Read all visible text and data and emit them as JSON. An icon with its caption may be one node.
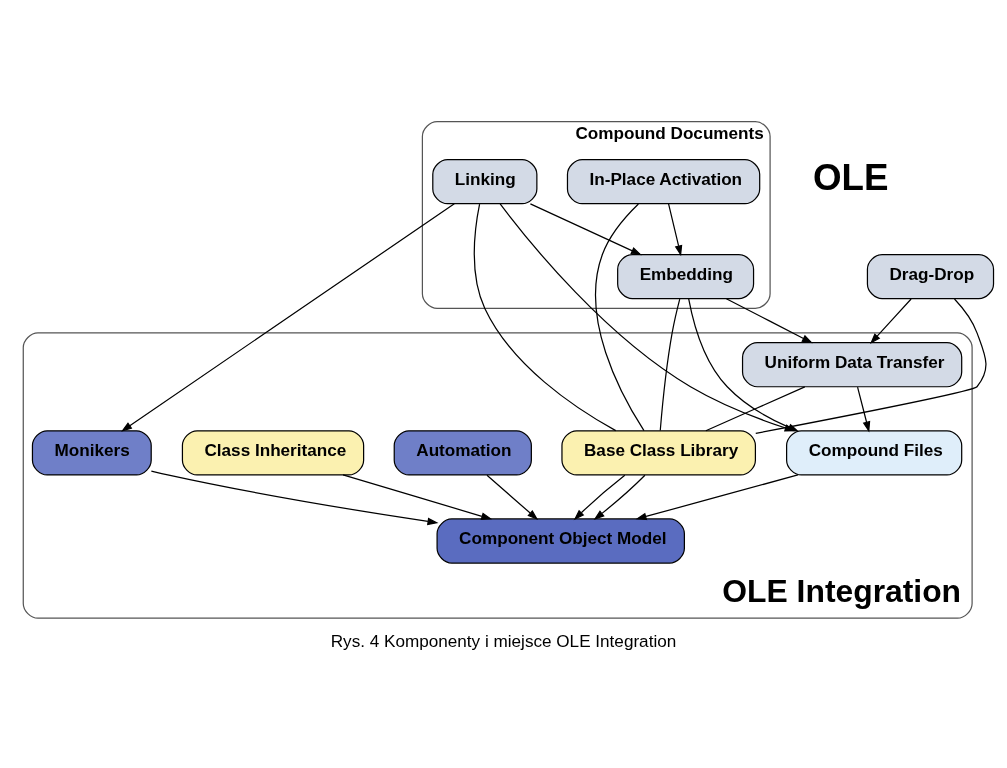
{
  "diagram": {
    "caption": "Rys. 4 Komponenty i miejsce OLE Integration",
    "nodes": [
      {
        "text": [
          "Compound Documents"
        ]
      },
      {
        "text": [
          "In-Place Activation"
        ],
        "in": 0
      },
      {
        "text": [
          "Linking"
        ],
        "in": 0
      },
      {
        "text": [
          "Embedding"
        ],
        "in": 0
      },
      {
        "text": [
          "Drag-Drop"
        ]
      },
      {
        "text": [
          "OLE Integration"
        ]
      },
      {
        "text": [
          "Uniform Data Transfer"
        ],
        "in": 5
      },
      {
        "text": [
          "Automation"
        ],
        "in": 5
      },
      {
        "text": [
          "Base Class Library"
        ],
        "in": 5
      },
      {
        "text": [
          "Class Inheritance"
        ],
        "in": 5
      },
      {
        "text": [
          "Compound Files"
        ],
        "in": 5
      },
      {
        "text": [
          "Monikers"
        ],
        "in": 5
      },
      {
        "text": [
          "Component Object Model"
        ],
        "in": 5
      }
    ],
    "edges": [
      {
        "from": 1,
        "to": 3,
        "arrow": "to"
      },
      {
        "from": 2,
        "to": 3,
        "arrow": "to"
      },
      {
        "from": 3,
        "to": 6,
        "arrow": "to"
      },
      {
        "from": 4,
        "to": 6,
        "arrow": "to"
      },
      {
        "from": 3,
        "to": 10,
        "arrow": "to"
      },
      {
        "from": 2,
        "to": 10,
        "arrow": "to"
      },
      {
        "from": 2,
        "to": 11,
        "arrow": "to"
      },
      {
        "from": 6,
        "to": 10,
        "arrow": "to"
      },
      {
        "from": 1,
        "to": 8,
        "arrow": "none"
      },
      {
        "from": 2,
        "to": 8,
        "arrow": "none"
      },
      {
        "from": 3,
        "to": 8,
        "arrow": "none"
      },
      {
        "from": 4,
        "to": 8,
        "arrow": "none"
      },
      {
        "from": 6,
        "to": 8,
        "arrow": "none"
      },
      {
        "from": 8,
        "to": 12,
        "arrow": "to"
      },
      {
        "from": 8,
        "to": 12,
        "arrow": "to"
      },
      {
        "from": 9,
        "to": 12,
        "arrow": "to"
      },
      {
        "from": 10,
        "to": 12,
        "arrow": "to"
      },
      {
        "from": 11,
        "to": 12,
        "arrow": "to"
      },
      {
        "from": 7,
        "to": 12,
        "arrow": "to"
      }
    ],
    "labels": [
      "OLE"
    ]
  }
}
